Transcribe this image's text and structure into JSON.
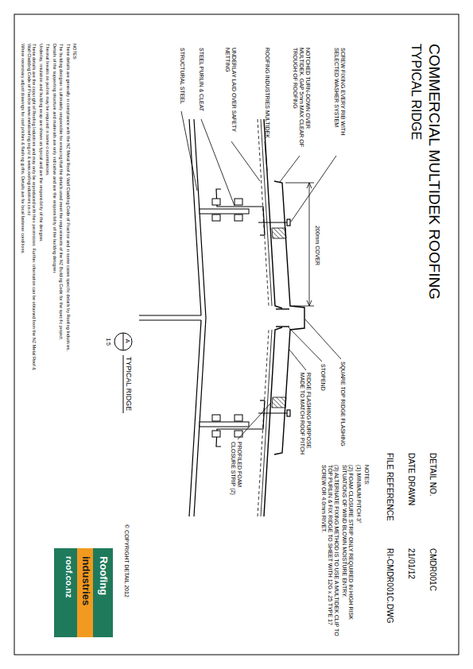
{
  "diagram": {
    "title": "COMMERCIAL MULTIDEK ROOFING",
    "labels": [
      "DETAIL NO.",
      "DATE DRAWN",
      "FILE REFERENCE",
      "CMDR001C",
      "21/01/12",
      "RI-CMDR001C.DWG",
      "NOTES:",
      "(1) MINIMUM PITCH 3°",
      "(2) FOAM CLOSURE STRIP ONLY REQUIRED IN HIGH RISK SITUATIONS OF WIND BLOWN MOISTURE ENTRY.",
      "(3) ALTERNATE FIXING METHOD IS TO USE A MULTIDEK CLIP TO TOP PURLIN & FIX RIDGE TO SHEET WITH 12G x 25 TYPE 17 SCREW OR 4.0mm RIVET.",
      "SCREW FIXING EVERY RIB WITH SELECTED WASHER SYSTEM",
      "NOTCHED TURN-DOWN OVER MULTIDEK. GAP 5mm MAX CLEAR OF TROUGH OF ROOFING",
      "ROOFING INDUSTRIES MULTIDEK",
      "UNDERLAY LAID OVER SAFETY NETTING",
      "STEEL PURLIN & CLEAT",
      "STRUCTURAL STEEL",
      "200mm COVER",
      "SQUARE TOP RIDGE FLASHING",
      "STOPEND",
      "RIDGE FLASHING PURPOSE MADE TO MATCH ROOF PITCH",
      "PROFILED FOAM CLOSURE STRIP (2)",
      "A",
      "1:5",
      "TYPICAL RIDGE",
      "© COPYRIGHT DETAIL 2012",
      "Roofing",
      "industries",
      "roof.co.nz",
      "NOTES:",
      "These details are generally in compliance with the NZ Metal Roof & Wall Cladding Code of Practice and in some cases specific details by Roofing Industries.",
      "The building designer is ultimately responsible for ensuring that the details used meet the requirements of the NZ Building Code for the specific project.",
      "Details of the supporting structure and materials are only indicative and are the responsibility of the building designer.",
      "Thermal breaks on purlins may be required in some circumstances.",
      "Underlay, insulation and building wrap are shown as typical and are the responsibility of the designer.",
      "These details are the copyright of Roofing Industries and may only be reproduced with their permission. Further information can be obtained from the NZ Metal Roof & Wall Cladding Code of Practice www.metalroofing.org.nz & www.roofingindustries.co.nz",
      "Where necessary adjust drawings for roof pitches & flashing girths. Details are for local fastener conditions.",
      "TYPICAL RIDGE"
    ]
  }
}
